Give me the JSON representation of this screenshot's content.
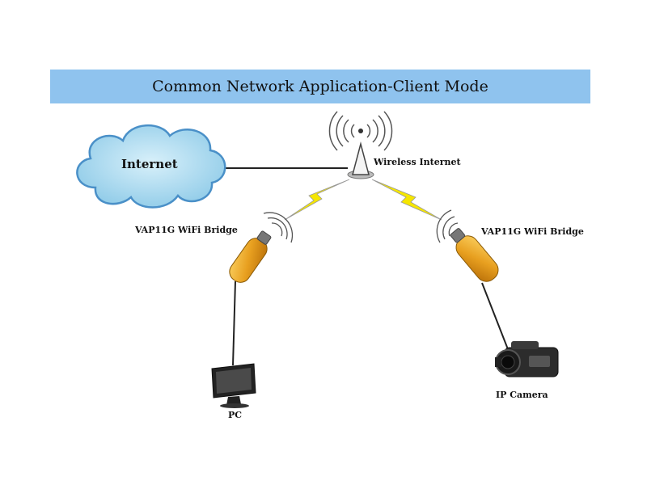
{
  "header": {
    "title": "Common Network Application-Client Mode"
  },
  "nodes": {
    "internet": {
      "label": "Internet",
      "icon": "cloud-icon"
    },
    "router": {
      "label": "Wireless Internet",
      "icon": "antenna-icon"
    },
    "bridge_left": {
      "label": "VAP11G WiFi Bridge",
      "icon": "usb-bridge-icon"
    },
    "bridge_right": {
      "label": "VAP11G WiFi Bridge",
      "icon": "usb-bridge-icon"
    },
    "pc": {
      "label": "PC",
      "icon": "monitor-icon"
    },
    "camera": {
      "label": "IP Camera",
      "icon": "camera-icon"
    }
  },
  "colors": {
    "header_bg": "#8fc3ee",
    "cloud_fill": "#a9dcf0",
    "cloud_stroke": "#4a90c8",
    "bridge_fill": "#e8a020",
    "lightning": "#f5e600"
  }
}
